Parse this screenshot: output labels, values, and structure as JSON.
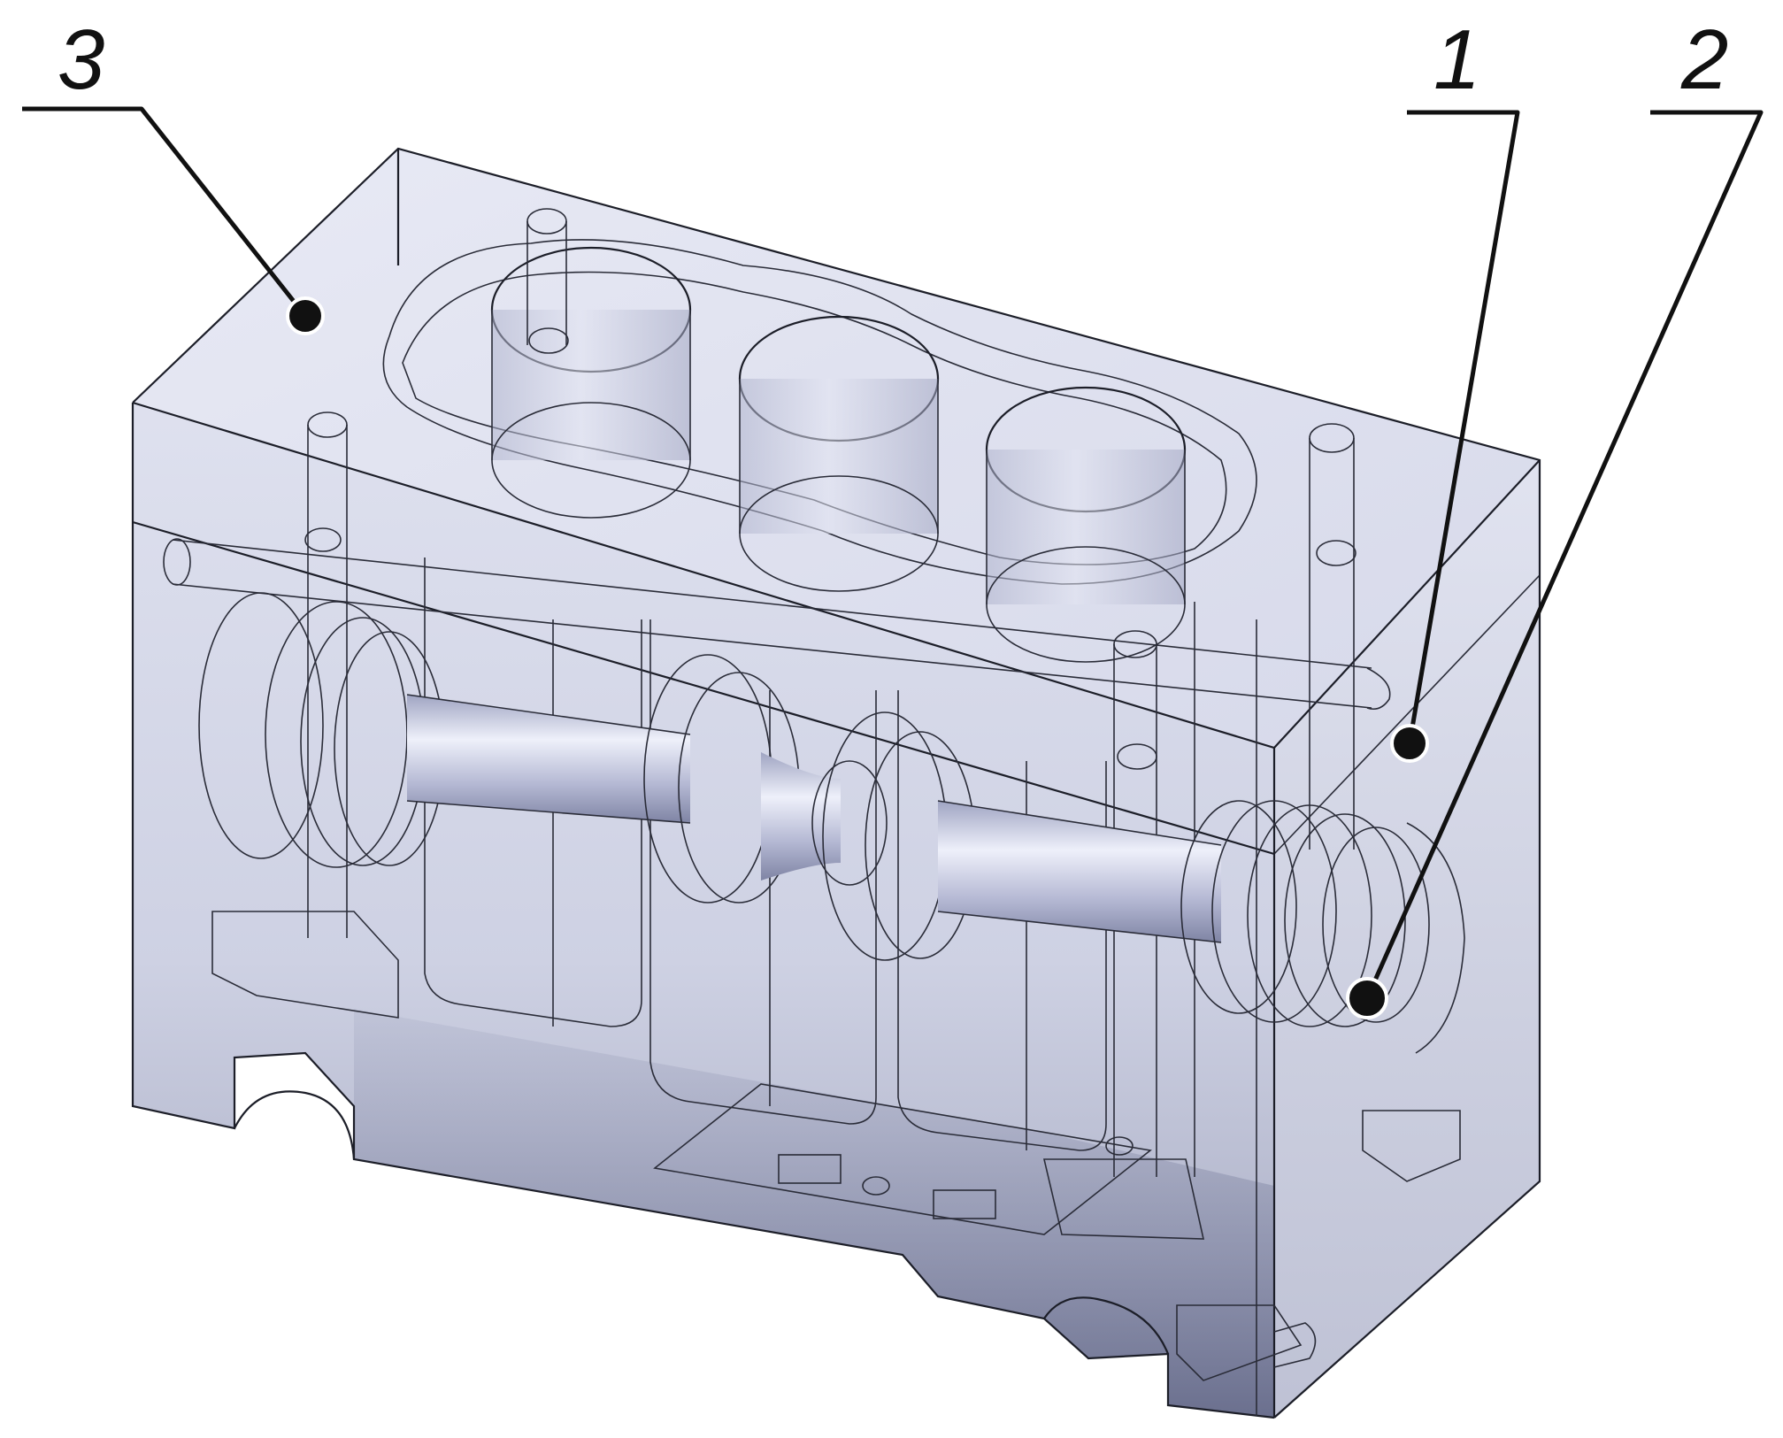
{
  "callouts": [
    {
      "id": "callout-1",
      "label": "1"
    },
    {
      "id": "callout-2",
      "label": "2"
    },
    {
      "id": "callout-3",
      "label": "3"
    }
  ],
  "colors": {
    "housing_fill": "#c9cce0",
    "housing_face_light": "#dcdfee",
    "housing_face_dark": "#a3a7c0",
    "shaft_fill": "#b8bcd6",
    "edge_stroke": "#1c1e28",
    "callout_stroke": "#111111"
  }
}
